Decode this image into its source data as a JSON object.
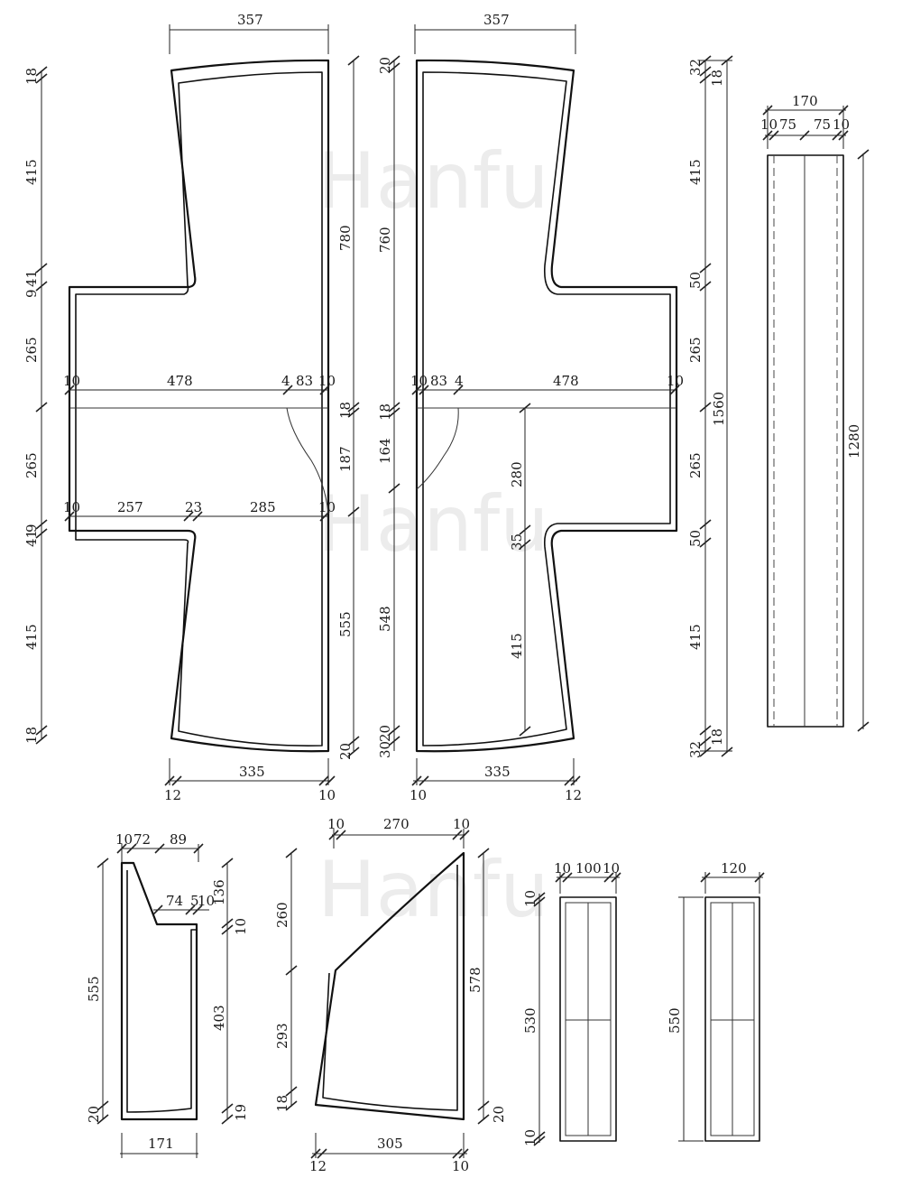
{
  "watermark": "Hanfu",
  "front_left": {
    "top_width": "357",
    "sleeve_upper": [
      "18",
      "415",
      "41",
      "9"
    ],
    "sleeve_to_waist": "265",
    "waist_row": [
      "10",
      "478",
      "4",
      "83",
      "10"
    ],
    "lower_to_waist": "265",
    "lower_row": [
      "10",
      "257",
      "23",
      "285",
      "10"
    ],
    "lower_sleeve": [
      "9",
      "41",
      "415",
      "18"
    ],
    "right_side": [
      "780",
      "18",
      "187",
      "555",
      "20"
    ],
    "bottom_width": "335",
    "bottom_row": [
      "12",
      "10"
    ]
  },
  "front_right": {
    "top_width": "357",
    "left_side": [
      "20",
      "760",
      "18",
      "164",
      "548",
      "20",
      "30"
    ],
    "waist_row": [
      "10",
      "83",
      "4",
      "478",
      "10"
    ],
    "inner": [
      "280",
      "35",
      "415"
    ],
    "bottom_width": "335",
    "bottom_row": [
      "10",
      "12"
    ]
  },
  "right_measure": {
    "segments": [
      "32",
      "18",
      "415",
      "50",
      "265",
      "265",
      "50",
      "415",
      "32",
      "18"
    ],
    "total": "1560"
  },
  "belt": {
    "width": "170",
    "parts": [
      "10",
      "75",
      "75",
      "10"
    ],
    "length": "1280"
  },
  "collar_piece": {
    "top": [
      "10",
      "72",
      "89"
    ],
    "mid": [
      "74",
      "5",
      "10"
    ],
    "right": [
      "136",
      "10",
      "403",
      "19"
    ],
    "left": [
      "555",
      "20"
    ],
    "bottom": "171"
  },
  "gusset": {
    "top": [
      "10",
      "270",
      "10"
    ],
    "left": [
      "260",
      "293",
      "18"
    ],
    "right": [
      "578",
      "20"
    ],
    "bottom": "305",
    "bottom_row": [
      "12",
      "10"
    ]
  },
  "panel_a": {
    "top": [
      "10",
      "100",
      "10"
    ],
    "left": [
      "10",
      "530",
      "10"
    ]
  },
  "panel_b": {
    "top": "120",
    "left": "550"
  }
}
